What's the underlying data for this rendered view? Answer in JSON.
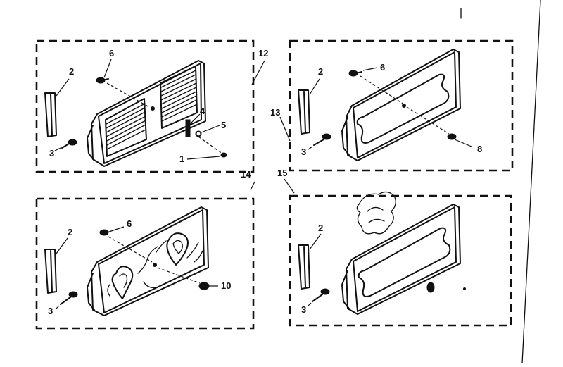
{
  "figure": {
    "groups": [
      {
        "id": "A",
        "callout": "12"
      },
      {
        "id": "B",
        "callout": "13"
      },
      {
        "id": "C",
        "callout": "14"
      },
      {
        "id": "D",
        "callout": "15"
      }
    ],
    "part_labels": {
      "a_2": "2",
      "a_6": "6",
      "a_3": "3",
      "a_4": "4",
      "a_5": "5",
      "a_1": "1",
      "b_2": "2",
      "b_6": "6",
      "b_3": "3",
      "b_8": "8",
      "c_2": "2",
      "c_6": "6",
      "c_3": "3",
      "c_10": "10",
      "d_2": "2",
      "d_3": "3"
    },
    "icons": {
      "panel_a": "louvered-vent-panel-icon",
      "panel_b": "framed-window-panel-icon",
      "panel_c": "heart-pattern-panel-icon",
      "panel_d": "framed-window-panel-icon",
      "handle": "handle-bracket-icon",
      "screw": "screw-icon"
    }
  }
}
